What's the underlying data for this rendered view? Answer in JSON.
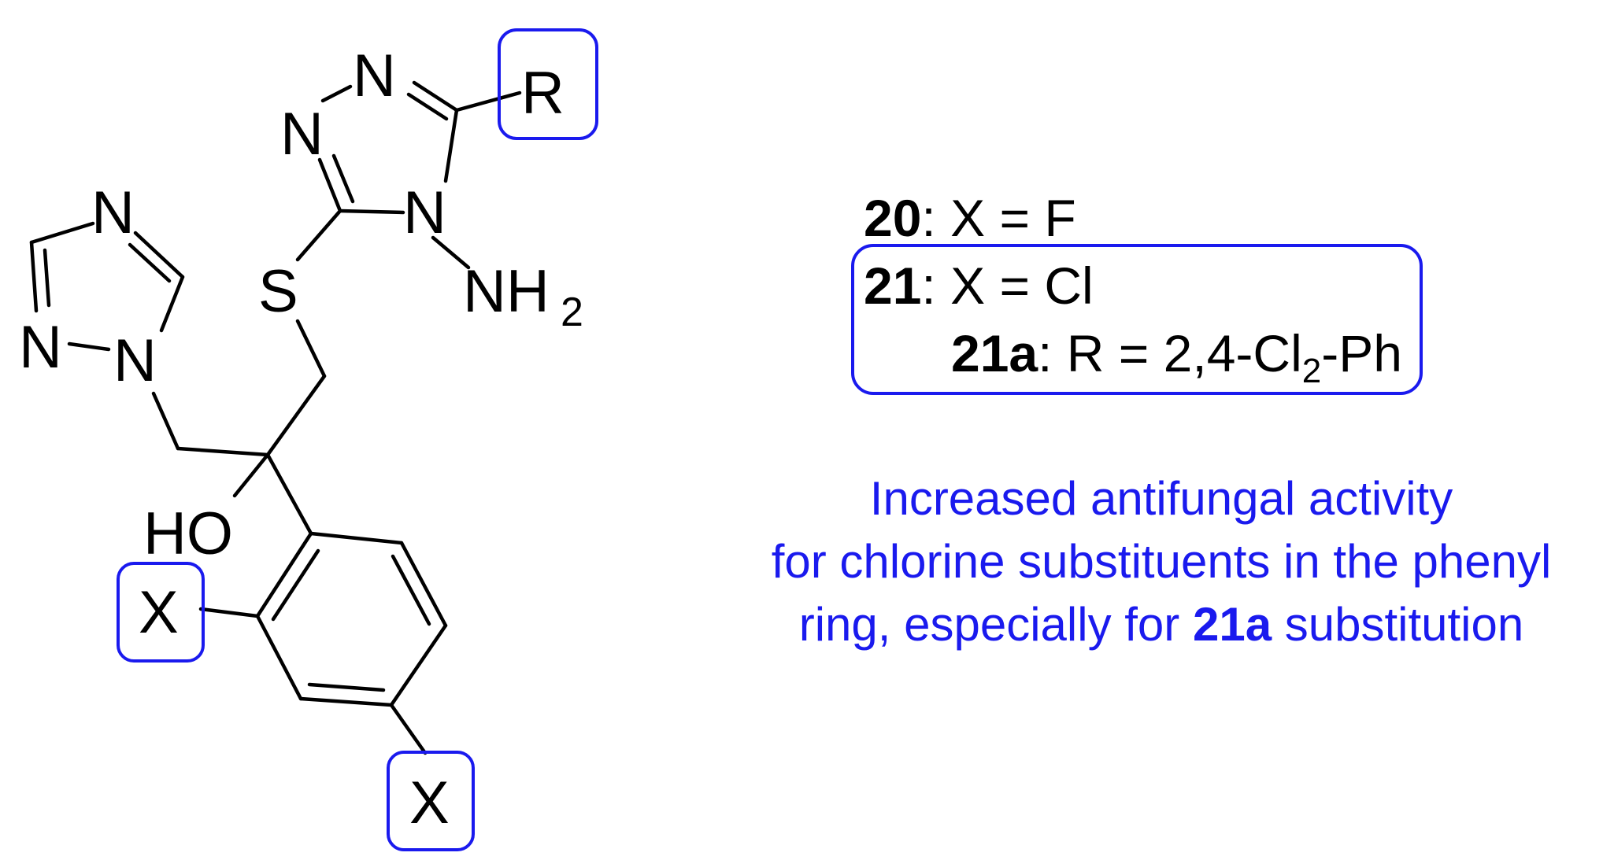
{
  "atoms": {
    "triazole_n_top": "N",
    "triazole_n_left": "N",
    "triazole_n1": "N",
    "amino_triazole_n1": "N",
    "amino_triazole_n2": "N",
    "amino_triazole_n4": "N",
    "amine_nh": "NH",
    "amine_sub": "2",
    "sulfur": "S",
    "hydroxyl": "HO",
    "r_group": "R",
    "x_ortho": "X",
    "x_para": "X"
  },
  "legend": {
    "line1_id": "20",
    "line1_text": ": X = F",
    "line2_id": "21",
    "line2_text": ": X = Cl",
    "line3_id": "21a",
    "line3_text_a": ": R = 2,4-Cl",
    "line3_sub": "2",
    "line3_text_b": "-Ph"
  },
  "note": {
    "line1": "Increased antifungal activity",
    "line2": "for chlorine substituents in the phenyl",
    "line3_a": "ring, especially for ",
    "line3_bold": "21a",
    "line3_b": " substitution"
  },
  "colors": {
    "highlight": "#1a1aee",
    "bond": "#000000",
    "text": "#000000"
  }
}
